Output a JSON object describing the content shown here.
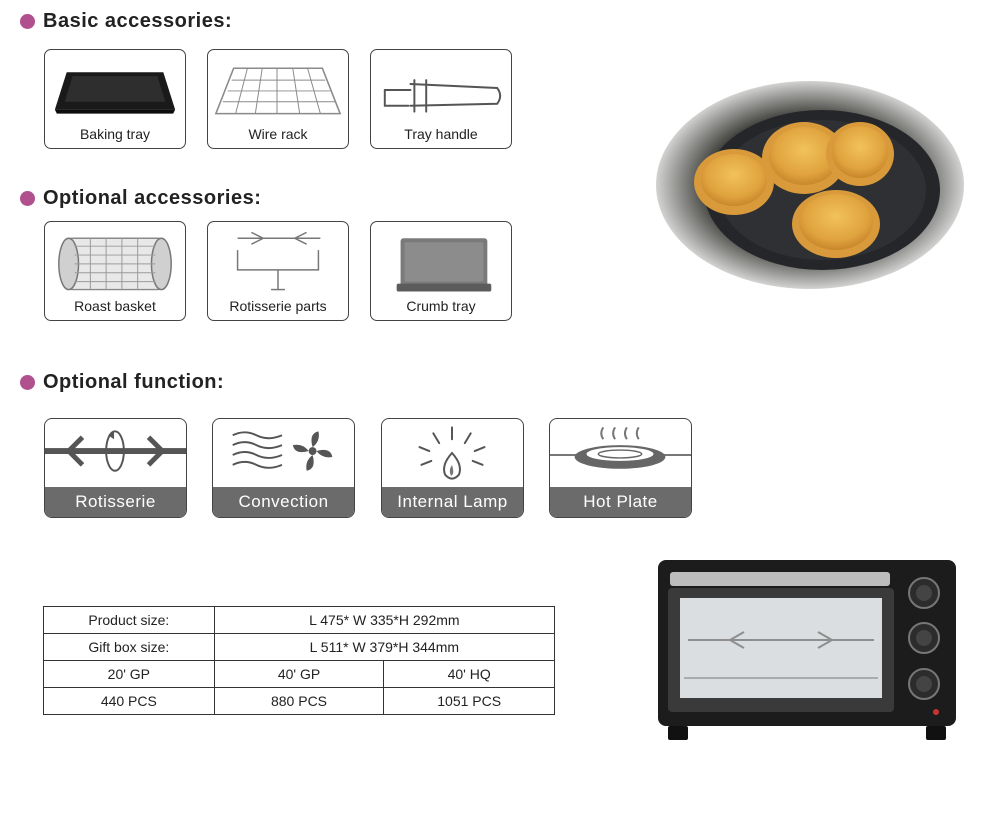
{
  "basic": {
    "heading": "Basic accessories:",
    "items": [
      {
        "label": "Baking tray",
        "icon": "baking-tray-icon"
      },
      {
        "label": "Wire rack",
        "icon": "wire-rack-icon"
      },
      {
        "label": "Tray handle",
        "icon": "tray-handle-icon"
      }
    ]
  },
  "optional": {
    "heading": "Optional accessories:",
    "items": [
      {
        "label": "Roast basket",
        "icon": "roast-basket-icon"
      },
      {
        "label": "Rotisserie parts",
        "icon": "rotisserie-parts-icon"
      },
      {
        "label": "Crumb tray",
        "icon": "crumb-tray-icon"
      }
    ]
  },
  "functions": {
    "heading": "Optional function:",
    "items": [
      {
        "label": "Rotisserie",
        "icon": "rotisserie-icon"
      },
      {
        "label": "Convection",
        "icon": "convection-icon"
      },
      {
        "label": "Internal Lamp",
        "icon": "lamp-icon"
      },
      {
        "label": "Hot Plate",
        "icon": "hot-plate-icon"
      }
    ]
  },
  "spec": {
    "product_label": "Product size:",
    "product_value": "L 475* W 335*H 292mm",
    "giftbox_label": "Gift box size:",
    "giftbox_value": "L 511* W 379*H 344mm",
    "containers": [
      "20' GP",
      "40' GP",
      "40' HQ"
    ],
    "quantities": [
      "440 PCS",
      "880 PCS",
      "1051 PCS"
    ]
  },
  "colors": {
    "accent_dot": "#b0508e",
    "function_band": "#6b6b6b"
  }
}
